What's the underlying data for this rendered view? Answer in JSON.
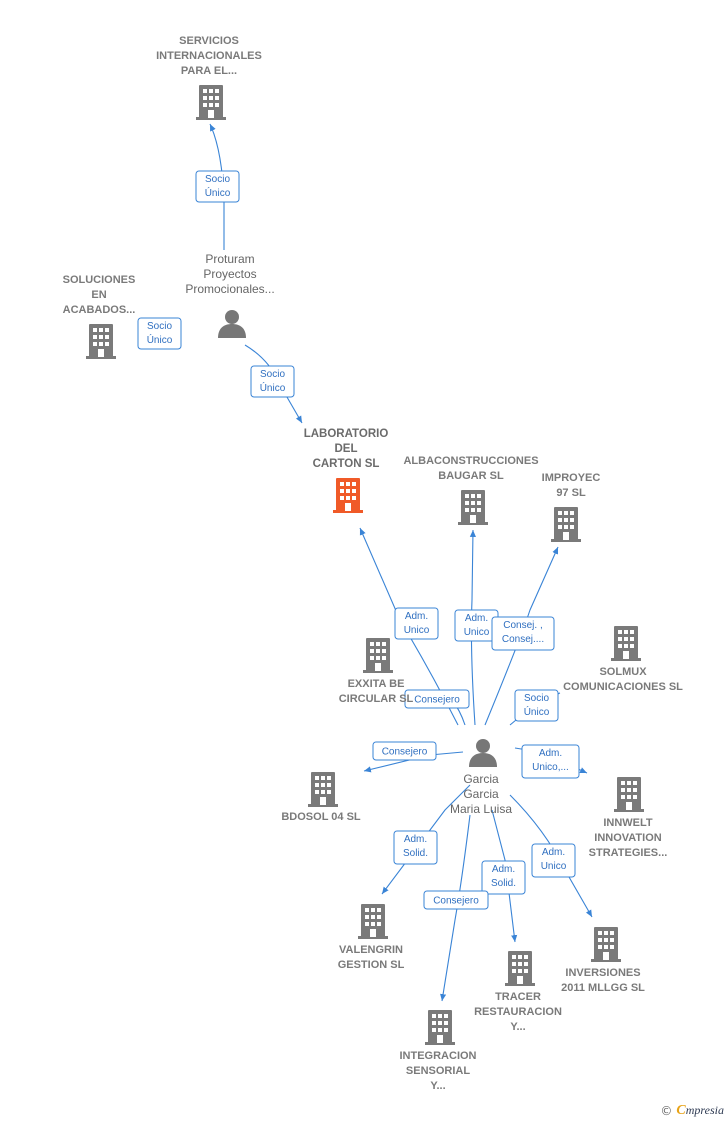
{
  "colors": {
    "edge": "#3a84d6",
    "company_icon": "#7a7a7a",
    "main_icon": "#f05a28",
    "person_icon": "#777777"
  },
  "nodes": [
    {
      "id": "servicios",
      "type": "company",
      "lines": [
        "SERVICIOS",
        "INTERNACIONALES",
        "PARA EL..."
      ]
    },
    {
      "id": "proturam",
      "type": "person",
      "lines": [
        "Proturam",
        "Proyectos",
        "Promocionales..."
      ]
    },
    {
      "id": "soluciones",
      "type": "company",
      "lines": [
        "SOLUCIONES",
        "EN",
        "ACABADOS..."
      ]
    },
    {
      "id": "laboratorio",
      "type": "main",
      "lines": [
        "LABORATORIO",
        "DEL",
        "CARTON  SL"
      ]
    },
    {
      "id": "albaconstrucciones",
      "type": "company",
      "lines": [
        "ALBACONSTRUCCIONES",
        "BAUGAR SL"
      ]
    },
    {
      "id": "improyec",
      "type": "company",
      "lines": [
        "IMPROYEC",
        "97  SL"
      ]
    },
    {
      "id": "exxita",
      "type": "company",
      "lines": [
        "EXXITA BE",
        "CIRCULAR SL"
      ]
    },
    {
      "id": "solmux",
      "type": "company",
      "lines": [
        "SOLMUX",
        "COMUNICACIONES SL"
      ]
    },
    {
      "id": "garcia",
      "type": "person",
      "lines": [
        "Garcia",
        "Garcia",
        "Maria Luisa"
      ]
    },
    {
      "id": "bdosol",
      "type": "company",
      "lines": [
        "BDOSOL 04  SL"
      ]
    },
    {
      "id": "innwelt",
      "type": "company",
      "lines": [
        "INNWELT",
        "INNOVATION",
        "STRATEGIES..."
      ]
    },
    {
      "id": "valengrin",
      "type": "company",
      "lines": [
        "VALENGRIN",
        "GESTION  SL"
      ]
    },
    {
      "id": "tracer",
      "type": "company",
      "lines": [
        "TRACER",
        "RESTAURACION",
        "Y..."
      ]
    },
    {
      "id": "inversiones",
      "type": "company",
      "lines": [
        "INVERSIONES",
        "2011 MLLGG SL"
      ]
    },
    {
      "id": "integracion",
      "type": "company",
      "lines": [
        "INTEGRACION",
        "SENSORIAL",
        "Y..."
      ]
    }
  ],
  "edges": [
    {
      "id": "e-proturam-servicios",
      "from": "proturam",
      "to": "servicios",
      "lines": [
        "Socio",
        "Único"
      ]
    },
    {
      "id": "e-proturam-soluciones",
      "from": "proturam",
      "to": "soluciones",
      "lines": [
        "Socio",
        "Único"
      ]
    },
    {
      "id": "e-proturam-laboratorio",
      "from": "proturam",
      "to": "laboratorio",
      "lines": [
        "Socio",
        "Único"
      ]
    },
    {
      "id": "e-garcia-laboratorio",
      "from": "garcia",
      "to": "laboratorio",
      "lines": [
        "Adm.",
        "Unico"
      ]
    },
    {
      "id": "e-garcia-albaconstrucciones",
      "from": "garcia",
      "to": "albaconstrucciones",
      "lines": [
        "Adm.",
        "Unico"
      ]
    },
    {
      "id": "e-garcia-improyec",
      "from": "garcia",
      "to": "improyec",
      "lines": [
        "Consej. ,",
        "Consej...."
      ]
    },
    {
      "id": "e-garcia-exxita",
      "from": "garcia",
      "to": "exxita",
      "lines": [
        "Consejero"
      ]
    },
    {
      "id": "e-garcia-solmux",
      "from": "garcia",
      "to": "solmux",
      "lines": [
        "Socio",
        "Único"
      ]
    },
    {
      "id": "e-garcia-bdosol",
      "from": "garcia",
      "to": "bdosol",
      "lines": [
        "Consejero"
      ]
    },
    {
      "id": "e-garcia-innwelt",
      "from": "garcia",
      "to": "innwelt",
      "lines": [
        "Adm.",
        "Unico,..."
      ]
    },
    {
      "id": "e-garcia-valengrin",
      "from": "garcia",
      "to": "valengrin",
      "lines": [
        "Adm.",
        "Solid."
      ]
    },
    {
      "id": "e-garcia-tracer",
      "from": "garcia",
      "to": "tracer",
      "lines": [
        "Adm.",
        "Solid."
      ]
    },
    {
      "id": "e-garcia-inversiones",
      "from": "garcia",
      "to": "inversiones",
      "lines": [
        "Adm.",
        "Unico"
      ]
    },
    {
      "id": "e-garcia-integracion",
      "from": "garcia",
      "to": "integracion",
      "lines": [
        "Consejero"
      ]
    }
  ],
  "footer": {
    "copyright": "©",
    "brand_initial": "C",
    "brand_rest": "mpresia"
  }
}
